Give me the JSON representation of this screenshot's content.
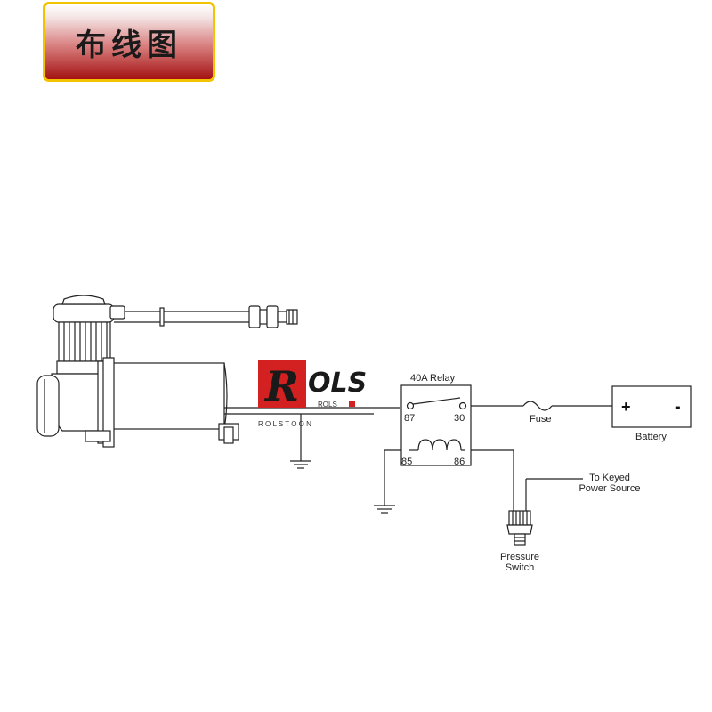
{
  "title": "布线图",
  "logo": {
    "mark": "R",
    "text": "OLS",
    "sub": "ROLS",
    "brand": "R O L S T O O N"
  },
  "relay": {
    "label": "40A Relay",
    "pin87": "87",
    "pin30": "30",
    "pin85": "85",
    "pin86": "86"
  },
  "fuse": {
    "label": "Fuse"
  },
  "battery": {
    "label": "Battery",
    "plus": "+",
    "minus": "-"
  },
  "pressure_switch": {
    "line1": "Pressure",
    "line2": "Switch"
  },
  "power_source": {
    "line1": "To Keyed",
    "line2": "Power Source"
  },
  "colors": {
    "accent_red": "#d32020",
    "badge_border": "#f2c300",
    "badge_bottom": "#a31212"
  }
}
